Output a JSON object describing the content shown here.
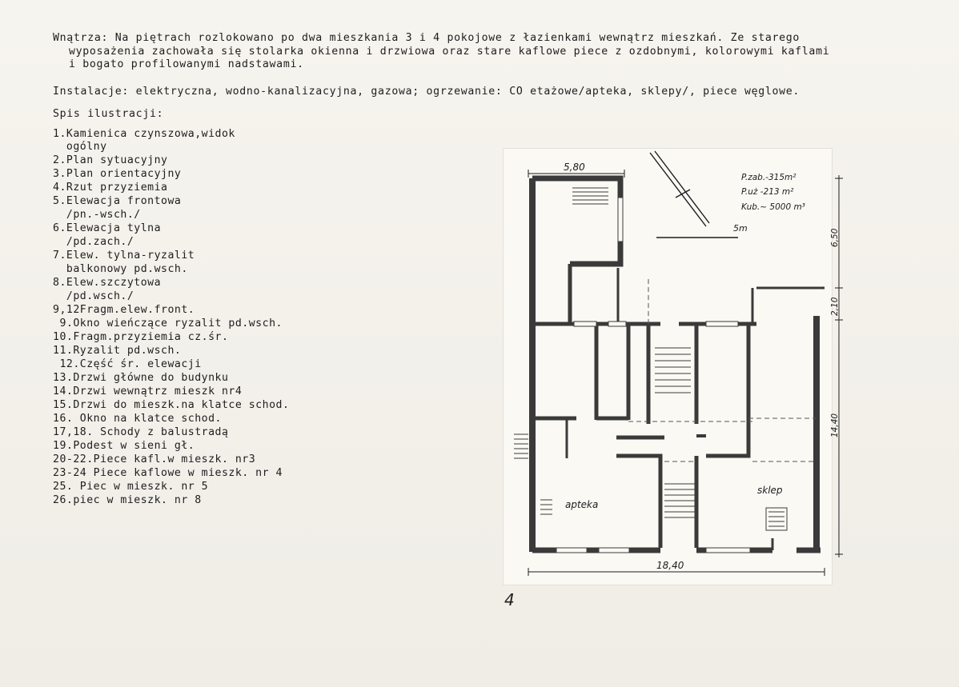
{
  "text": {
    "wnetrza_line1": "Wnątrza: Na piętrach rozlokowano po dwa mieszkania 3 i 4 pokojowe z łazienkami wewnątrz mieszkań. Ze starego",
    "wnetrza_line2": "wyposażenia zachowała się stolarka okienna i drzwiowa oraz stare kaflowe piece z ozdobnymi, kolorowymi kaflami",
    "wnetrza_line3": "i bogato profilowanymi nadstawami.",
    "instalacje": "Instalacje: elektryczna, wodno-kanalizacyjna, gazowa; ogrzewanie: CO etażowe/apteka, sklepy/, piece węglowe.",
    "list_title": "Spis ilustracji:"
  },
  "illustrations": [
    "1.Kamienica czynszowa,widok",
    "  ogólny",
    "2.Plan sytuacyjny",
    "3.Plan orientacyjny",
    "4.Rzut przyziemia",
    "5.Elewacja frontowa",
    "  /pn.-wsch./",
    "6.Elewacja tylna",
    "  /pd.zach./",
    "7.Elew. tylna-ryzalit",
    "  balkonowy pd.wsch.",
    "8.Elew.szczytowa",
    "  /pd.wsch./",
    "9,12Fragm.elew.front.",
    " 9.Okno wieńczące ryzalit pd.wsch.",
    "10.Fragm.przyziemia cz.śr.",
    "11.Ryzalit pd.wsch.",
    " 12.Część śr. elewacji",
    "13.Drzwi główne do budynku",
    "14.Drzwi wewnątrz mieszk nr4",
    "15.Drzwi do mieszk.na klatce schod.",
    "16. Okno na klatce schod.",
    "17,18. Schody z balustradą",
    "19.Podest w sieni gł.",
    "20-22.Piece kafl.w mieszk. nr3",
    "23-24 Piece kaflowe w mieszk. nr 4",
    "25. Piec w mieszk. nr 5",
    "26.piec w mieszk. nr 8"
  ],
  "plan": {
    "dim_top": "5,80",
    "dim_bottom": "18,40",
    "dim_right_1": "6,50",
    "dim_right_2": "2,10",
    "dim_right_3": "14,40",
    "area_built": "P.zab.-315m²",
    "area_usable": "P.uż -213 m²",
    "volume": "Kub.~ 5000 m³",
    "scale_label": "5m",
    "label_pharmacy": "apteka",
    "label_shop": "sklep"
  },
  "page_number": "4",
  "colors": {
    "ink": "#1d1d1f",
    "wall": "#3a3a3a",
    "paper": "#f3f1ea"
  }
}
